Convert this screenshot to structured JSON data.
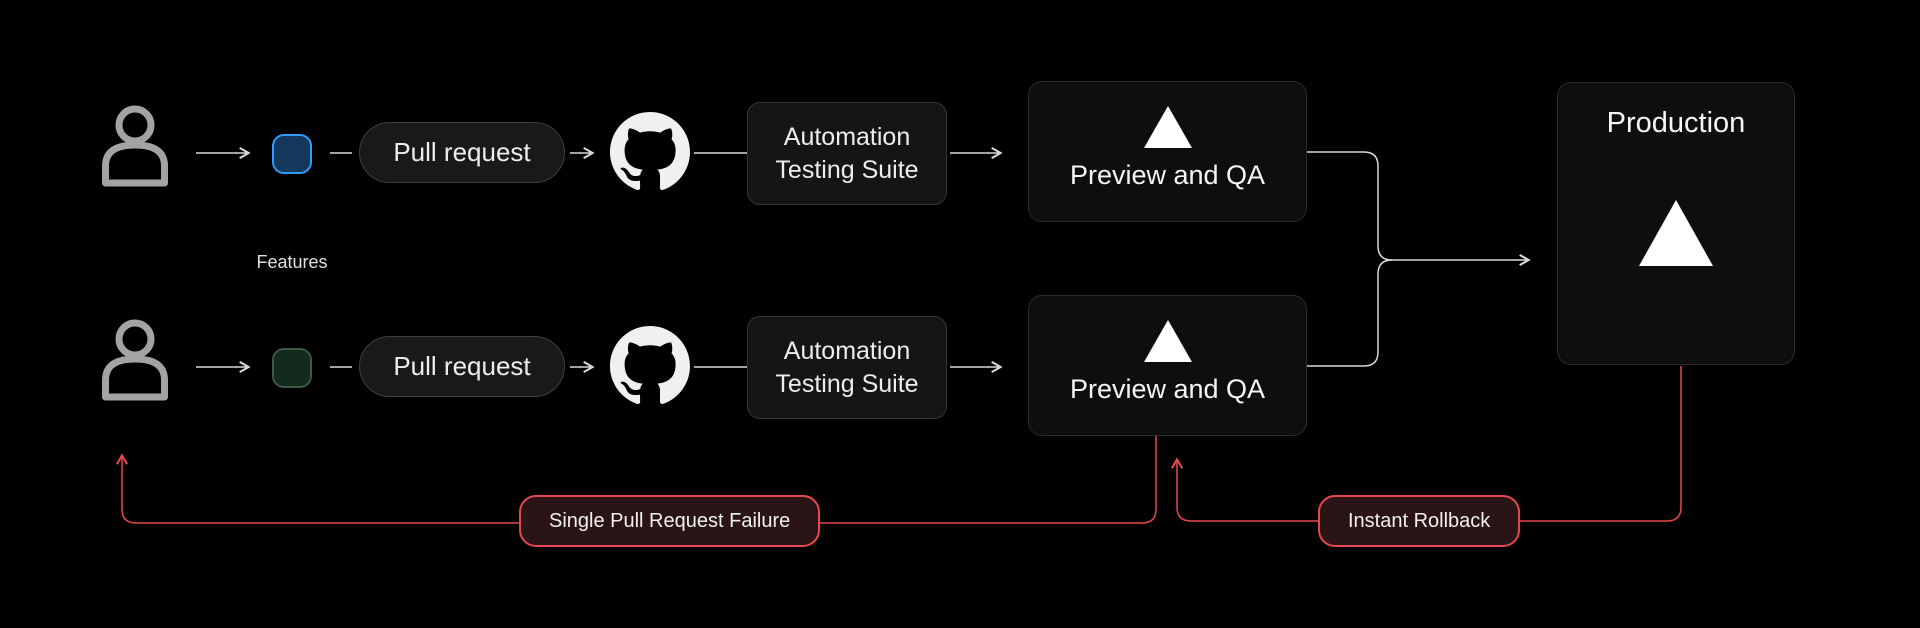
{
  "colors": {
    "background": "#000000",
    "line": "#d9d9d9",
    "red": "#e5484d",
    "person": "#a3a3a3",
    "branch_blue_fill": "#14375c",
    "branch_blue_border": "#2f9bff",
    "branch_green_fill": "#122a1b",
    "branch_green_border": "#3a5a45"
  },
  "icons": {
    "person": "person-icon",
    "branch_commit": "rounded-square-commit-node",
    "github": "github-octocat-logo",
    "vercel": "vercel-triangle"
  },
  "features_label": "Features",
  "rows": [
    {
      "pull_request_label": "Pull request",
      "testing_suite_label": "Automation Testing Suite",
      "preview_label": "Preview and QA"
    },
    {
      "pull_request_label": "Pull request",
      "testing_suite_label": "Automation Testing Suite",
      "preview_label": "Preview and QA"
    }
  ],
  "production": {
    "label": "Production"
  },
  "failure_label": "Single Pull Request Failure",
  "rollback_label": "Instant Rollback"
}
